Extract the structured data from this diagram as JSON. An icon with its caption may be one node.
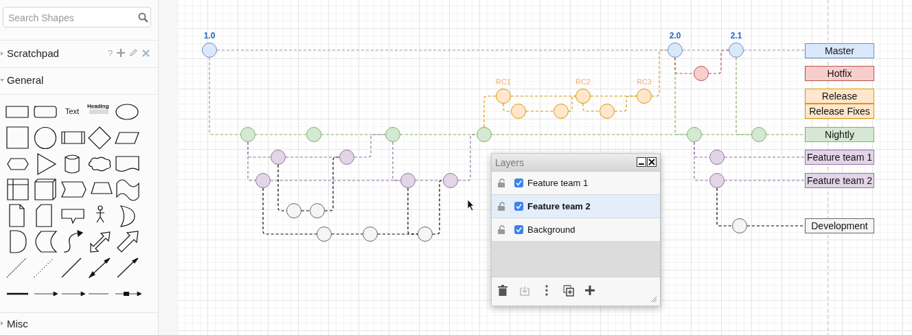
{
  "diagram": {
    "nodes": [
      {
        "text": [],
        "shape": "circle",
        "beside": [
          "1.0"
        ]
      },
      {
        "text": [],
        "shape": "circle",
        "beside": [
          "2.0"
        ]
      },
      {
        "text": [],
        "shape": "circle",
        "beside": [
          "2.1"
        ]
      },
      {
        "text": [],
        "shape": "circle"
      },
      {
        "text": [],
        "shape": "circle",
        "beside": [
          "RC1"
        ]
      },
      {
        "text": [],
        "shape": "circle",
        "beside": [
          "RC2"
        ]
      },
      {
        "text": [],
        "shape": "circle",
        "beside": [
          "RC3"
        ]
      },
      {
        "text": [],
        "shape": "circle"
      },
      {
        "text": [],
        "shape": "circle"
      },
      {
        "text": [],
        "shape": "circle"
      },
      {
        "text": [],
        "shape": "circle"
      },
      {
        "text": [],
        "shape": "circle"
      },
      {
        "text": [],
        "shape": "circle"
      },
      {
        "text": [],
        "shape": "circle"
      },
      {
        "text": [],
        "shape": "circle"
      },
      {
        "text": [],
        "shape": "circle"
      },
      {
        "text": [],
        "shape": "circle"
      },
      {
        "text": [],
        "shape": "circle"
      },
      {
        "text": [],
        "shape": "circle"
      },
      {
        "text": [],
        "shape": "circle"
      },
      {
        "text": [],
        "shape": "circle"
      },
      {
        "text": [],
        "shape": "circle"
      },
      {
        "text": [],
        "shape": "circle"
      },
      {
        "text": [],
        "shape": "circle"
      },
      {
        "text": [],
        "shape": "circle"
      },
      {
        "text": [],
        "shape": "circle"
      },
      {
        "text": [],
        "shape": "circle"
      },
      {
        "text": [],
        "shape": "circle"
      },
      {
        "text": [],
        "shape": "circle"
      },
      {
        "text": [
          "Master"
        ]
      },
      {
        "text": [
          "Hotfix"
        ]
      },
      {
        "text": [
          "Release"
        ]
      },
      {
        "text": [
          "Release Fixes"
        ]
      },
      {
        "text": [
          "Nightly"
        ]
      },
      {
        "text": [
          "Feature team 1"
        ]
      },
      {
        "text": [
          "Feature team 2"
        ]
      },
      {
        "text": [
          "Development"
        ]
      }
    ],
    "edges": [
      {
        "from": 0,
        "to": 1,
        "arrow": "none",
        "color": "#8c9bb5"
      },
      {
        "from": 1,
        "to": 2,
        "arrow": "none",
        "color": "#8c9bb5"
      },
      {
        "from": 2,
        "to": 29,
        "arrow": "none",
        "color": "#8c9bb5"
      },
      {
        "from": 0,
        "to": 10,
        "arrow": "none",
        "color": "#82b366"
      },
      {
        "from": 10,
        "to": 11,
        "arrow": "none",
        "color": "#82b366"
      },
      {
        "from": 11,
        "to": 12,
        "arrow": "none",
        "color": "#82b366"
      },
      {
        "from": 12,
        "to": 13,
        "arrow": "none",
        "color": "#82b366"
      },
      {
        "from": 13,
        "to": 14,
        "arrow": "none",
        "color": "#82b366"
      },
      {
        "from": 14,
        "to": 15,
        "arrow": "none",
        "color": "#82b366"
      },
      {
        "from": 15,
        "to": 33,
        "arrow": "none",
        "color": "#82b366"
      },
      {
        "from": 1,
        "to": 14,
        "arrow": "none",
        "color": "#82b366"
      },
      {
        "from": 2,
        "to": 15,
        "arrow": "none",
        "color": "#82b366"
      },
      {
        "from": 13,
        "to": 4,
        "arrow": "none",
        "color": "#d79b00"
      },
      {
        "from": 4,
        "to": 5,
        "arrow": "none",
        "color": "#d79b00"
      },
      {
        "from": 5,
        "to": 6,
        "arrow": "none",
        "color": "#d79b00"
      },
      {
        "from": 6,
        "to": 1,
        "arrow": "none",
        "color": "#d79b00"
      },
      {
        "from": 4,
        "to": 7,
        "arrow": "none",
        "color": "#d79b00"
      },
      {
        "from": 7,
        "to": 8,
        "arrow": "none",
        "color": "#d79b00"
      },
      {
        "from": 8,
        "to": 5,
        "arrow": "none",
        "color": "#d79b00"
      },
      {
        "from": 5,
        "to": 9,
        "arrow": "none",
        "color": "#d79b00"
      },
      {
        "from": 9,
        "to": 6,
        "arrow": "none",
        "color": "#d79b00"
      },
      {
        "from": 1,
        "to": 3,
        "arrow": "none",
        "color": "#b85450"
      },
      {
        "from": 3,
        "to": 2,
        "arrow": "none",
        "color": "#b85450"
      },
      {
        "from": 10,
        "to": 16,
        "arrow": "none",
        "color": "#9673a6"
      },
      {
        "from": 16,
        "to": 17,
        "arrow": "none",
        "color": "#9673a6"
      },
      {
        "from": 17,
        "to": 12,
        "arrow": "none",
        "color": "#9673a6"
      },
      {
        "from": 10,
        "to": 19,
        "arrow": "none",
        "color": "#9673a6"
      },
      {
        "from": 19,
        "to": 20,
        "arrow": "none",
        "color": "#9673a6"
      },
      {
        "from": 20,
        "to": 21,
        "arrow": "none",
        "color": "#9673a6"
      },
      {
        "from": 21,
        "to": 13,
        "arrow": "none",
        "color": "#9673a6"
      },
      {
        "from": 12,
        "to": 20,
        "arrow": "none",
        "color": "#9673a6"
      },
      {
        "from": 14,
        "to": 18,
        "arrow": "none",
        "color": "#9673a6"
      },
      {
        "from": 18,
        "to": 34,
        "arrow": "none",
        "color": "#9673a6"
      },
      {
        "from": 14,
        "to": 22,
        "arrow": "none",
        "color": "#9673a6"
      },
      {
        "from": 22,
        "to": 35,
        "arrow": "none",
        "color": "#9673a6"
      },
      {
        "from": 16,
        "to": 23,
        "arrow": "none",
        "color": "#000000"
      },
      {
        "from": 23,
        "to": 24,
        "arrow": "none",
        "color": "#000000"
      },
      {
        "from": 24,
        "to": 17,
        "arrow": "none",
        "color": "#000000"
      },
      {
        "from": 19,
        "to": 25,
        "arrow": "none",
        "color": "#000000"
      },
      {
        "from": 25,
        "to": 26,
        "arrow": "none",
        "color": "#000000"
      },
      {
        "from": 26,
        "to": 27,
        "arrow": "none",
        "color": "#000000"
      },
      {
        "from": 27,
        "to": 21,
        "arrow": "none",
        "color": "#000000"
      },
      {
        "from": 20,
        "to": 27,
        "arrow": "none",
        "color": "#000000"
      },
      {
        "from": 22,
        "to": 28,
        "arrow": "none",
        "color": "#000000"
      },
      {
        "from": 28,
        "to": 36,
        "arrow": "none",
        "color": "#000000"
      }
    ],
    "labels": [
      "Search Shapes",
      "?",
      "Scratchpad",
      "General",
      "Text",
      "Heading",
      "Misc",
      "Layers",
      "Feature team 1",
      "Feature team 2",
      "Background"
    ]
  }
}
